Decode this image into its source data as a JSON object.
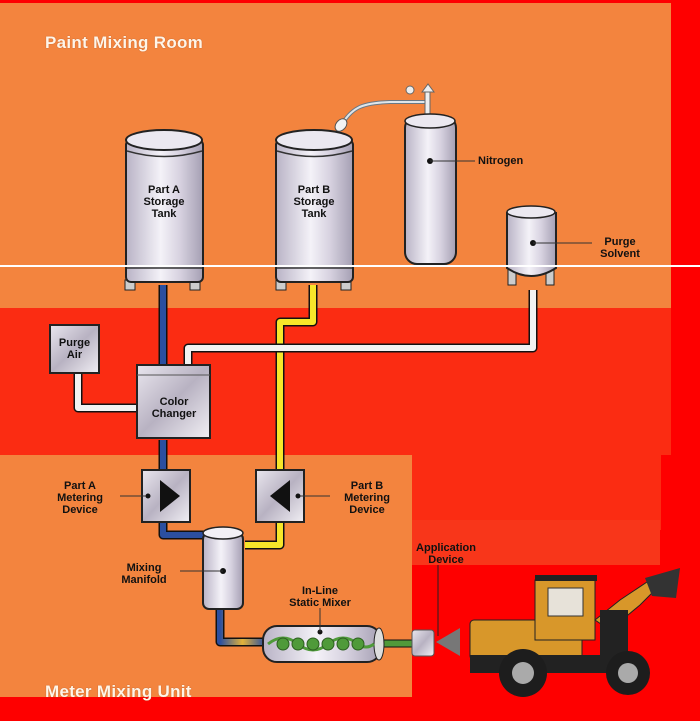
{
  "diagram": {
    "regions": {
      "paint_mixing_room": "Paint Mixing Room",
      "meter_mixing_unit": "Meter Mixing Unit"
    },
    "components": {
      "part_a_tank": "Part A\nStorage\nTank",
      "part_b_tank": "Part B\nStorage\nTank",
      "nitrogen": "Nitrogen",
      "purge_solvent": "Purge\nSolvent",
      "purge_air": "Purge\nAir",
      "color_changer": "Color\nChanger",
      "part_a_metering": "Part A\nMetering\nDevice",
      "part_b_metering": "Part B\nMetering\nDevice",
      "mixing_manifold": "Mixing\nManifold",
      "static_mixer": "In-Line\nStatic Mixer",
      "application_device": "Application\nDevice"
    },
    "colors": {
      "room_bg": "#f3843e",
      "zone_red": "#fb2c12",
      "outer_red": "#fe0000",
      "part_a_line": "#2b4fa0",
      "part_b_line": "#f7e62a",
      "solvent_line": "#f2f2f2",
      "mixed_line": "#4f9a3a"
    }
  }
}
